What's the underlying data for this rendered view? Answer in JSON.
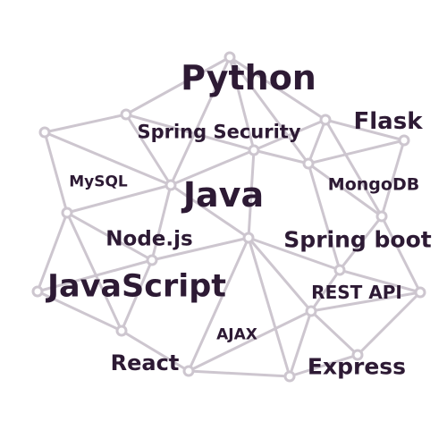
{
  "colors": {
    "text": "#2d1a34",
    "network": "#cdc6cf",
    "background": "#ffffff"
  },
  "words": {
    "python": "Python",
    "spring_security": "Spring Security",
    "flask": "Flask",
    "mysql": "MySQL",
    "java": "Java",
    "mongodb": "MongoDB",
    "nodejs": "Node.js",
    "spring_boot": "Spring boot",
    "javascript": "JavaScript",
    "rest_api": "REST API",
    "ajax": "AJAX",
    "react": "React",
    "express": "Express"
  }
}
